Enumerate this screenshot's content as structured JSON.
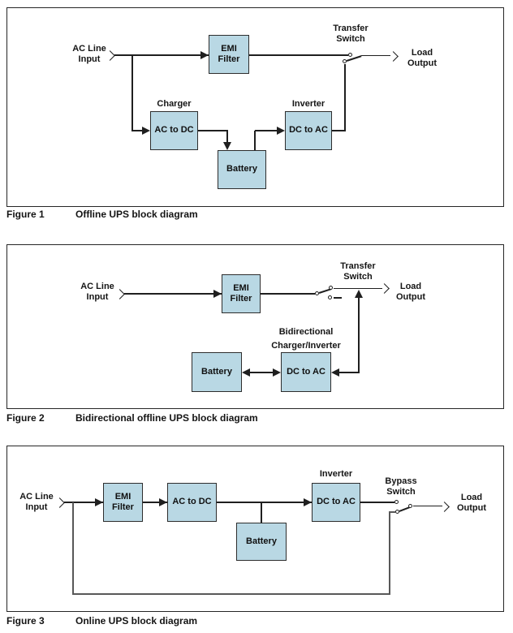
{
  "palette": {
    "box_fill": "#b9d8e4",
    "box_border": "#2d2d2d",
    "line": "#1f1f1f",
    "muted_line": "#585858"
  },
  "figure1": {
    "caption": {
      "label": "Figure 1",
      "title": "Offline UPS block diagram"
    },
    "input_label": [
      "AC Line",
      "Input"
    ],
    "emi_filter": [
      "EMI",
      "Filter"
    ],
    "charger_label": "Charger",
    "ac_to_dc": "AC to DC",
    "battery": "Battery",
    "inverter_label": "Inverter",
    "dc_to_ac": "DC to AC",
    "switch_label": [
      "Transfer",
      "Switch"
    ],
    "output_label": [
      "Load",
      "Output"
    ]
  },
  "figure2": {
    "caption": {
      "label": "Figure 2",
      "title": "Bidirectional offline UPS block diagram"
    },
    "input_label": [
      "AC Line",
      "Input"
    ],
    "emi_filter": [
      "EMI",
      "Filter"
    ],
    "switch_label": [
      "Transfer",
      "Switch"
    ],
    "output_label": [
      "Load",
      "Output"
    ],
    "bidirectional_label": [
      "Bidirectional",
      "Charger/Inverter"
    ],
    "battery": "Battery",
    "dc_to_ac": "DC to AC"
  },
  "figure3": {
    "caption": {
      "label": "Figure 3",
      "title": "Online UPS block diagram"
    },
    "input_label": [
      "AC Line",
      "Input"
    ],
    "emi_filter": [
      "EMI",
      "Filter"
    ],
    "ac_to_dc": "AC to DC",
    "battery": "Battery",
    "inverter_label": "Inverter",
    "dc_to_ac": "DC to AC",
    "switch_label": [
      "Bypass",
      "Switch"
    ],
    "output_label": [
      "Load",
      "Output"
    ]
  }
}
